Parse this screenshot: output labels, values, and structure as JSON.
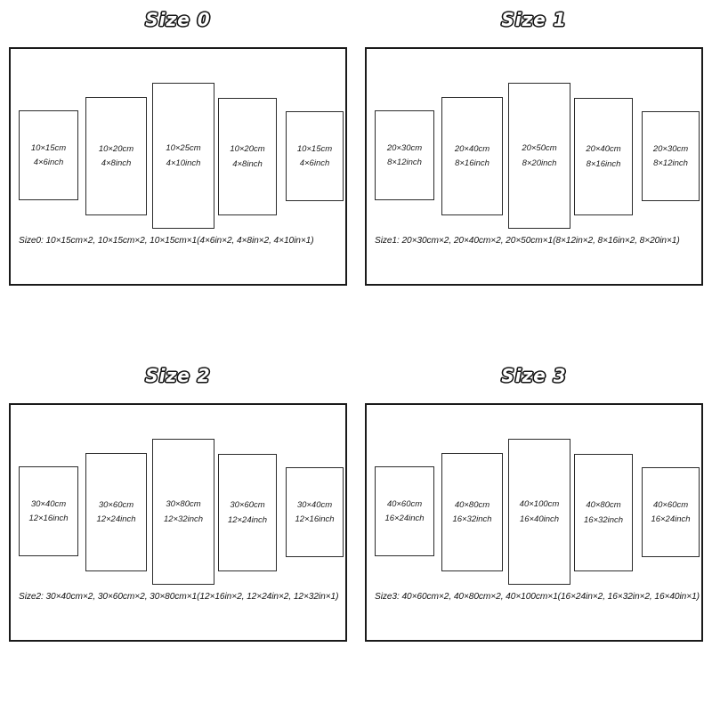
{
  "panels": [
    {
      "title": "Size 0",
      "caption": "Size0: 10×15cm×2, 10×15cm×2, 10×15cm×1(4×6in×2, 4×8in×2, 4×10in×1)",
      "rects": [
        {
          "cm": "10×15cm",
          "inch": "4×6inch"
        },
        {
          "cm": "10×20cm",
          "inch": "4×8inch"
        },
        {
          "cm": "10×25cm",
          "inch": "4×10inch"
        },
        {
          "cm": "10×20cm",
          "inch": "4×8inch"
        },
        {
          "cm": "10×15cm",
          "inch": "4×6inch"
        }
      ]
    },
    {
      "title": "Size 1",
      "caption": "Size1: 20×30cm×2, 20×40cm×2, 20×50cm×1(8×12in×2, 8×16in×2, 8×20in×1)",
      "rects": [
        {
          "cm": "20×30cm",
          "inch": "8×12inch"
        },
        {
          "cm": "20×40cm",
          "inch": "8×16inch"
        },
        {
          "cm": "20×50cm",
          "inch": "8×20inch"
        },
        {
          "cm": "20×40cm",
          "inch": "8×16inch"
        },
        {
          "cm": "20×30cm",
          "inch": "8×12inch"
        }
      ]
    },
    {
      "title": "Size 2",
      "caption": "Size2: 30×40cm×2, 30×60cm×2, 30×80cm×1(12×16in×2, 12×24in×2, 12×32in×1)",
      "rects": [
        {
          "cm": "30×40cm",
          "inch": "12×16inch"
        },
        {
          "cm": "30×60cm",
          "inch": "12×24inch"
        },
        {
          "cm": "30×80cm",
          "inch": "12×32inch"
        },
        {
          "cm": "30×60cm",
          "inch": "12×24inch"
        },
        {
          "cm": "30×40cm",
          "inch": "12×16inch"
        }
      ]
    },
    {
      "title": "Size 3",
      "caption": "Size3: 40×60cm×2, 40×80cm×2, 40×100cm×1(16×24in×2, 16×32in×2, 16×40in×1)",
      "rects": [
        {
          "cm": "40×60cm",
          "inch": "16×24inch"
        },
        {
          "cm": "40×80cm",
          "inch": "16×32inch"
        },
        {
          "cm": "40×100cm",
          "inch": "16×40inch"
        },
        {
          "cm": "40×80cm",
          "inch": "16×32inch"
        },
        {
          "cm": "40×60cm",
          "inch": "16×24inch"
        }
      ]
    }
  ],
  "colors": {
    "background": "#ffffff",
    "frame_border": "#1a1a1a",
    "rect_border": "#2b2b2b",
    "text": "#1a1a1a",
    "title_fill": "#ffffff",
    "title_outline": "#111111"
  }
}
